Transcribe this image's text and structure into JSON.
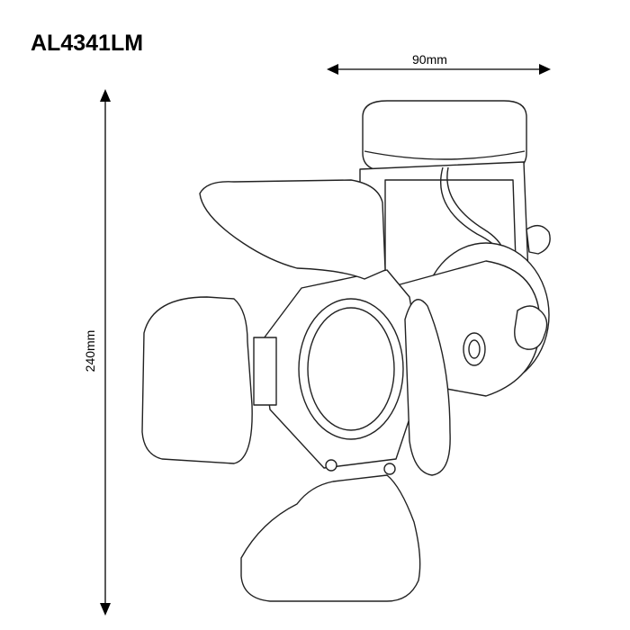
{
  "title": "AL4341LM",
  "dimensions": {
    "width_label": "90mm",
    "height_label": "240mm"
  }
}
